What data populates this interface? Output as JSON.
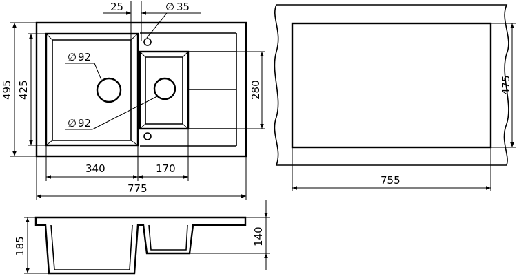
{
  "dimensions": {
    "hole_offset": "25",
    "hole_diameter": "35",
    "total_depth": "495",
    "inner_depth": "425",
    "drain_diameter_main": "92",
    "drain_diameter_small": "92",
    "small_bowl_depth": "280",
    "main_bowl_width": "340",
    "small_bowl_width": "170",
    "total_width": "775",
    "cutout_width": "755",
    "cutout_depth": "475",
    "bowl_height": "185",
    "small_bowl_height": "140"
  },
  "symbols": {
    "diameter": "∅"
  }
}
